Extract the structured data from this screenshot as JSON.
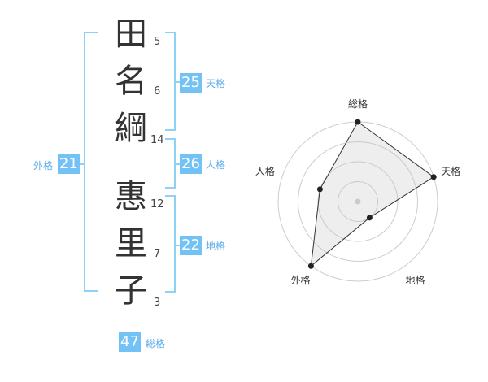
{
  "name": {
    "surname": [
      {
        "char": "田",
        "strokes": "5"
      },
      {
        "char": "名",
        "strokes": "6"
      },
      {
        "char": "綱",
        "strokes": "14"
      }
    ],
    "given": [
      {
        "char": "惠",
        "strokes": "12"
      },
      {
        "char": "里",
        "strokes": "7"
      },
      {
        "char": "子",
        "strokes": "3"
      }
    ]
  },
  "kakusu": {
    "tenkaku": {
      "value": "25",
      "label": "天格"
    },
    "jinkaku": {
      "value": "26",
      "label": "人格"
    },
    "chikaku": {
      "value": "22",
      "label": "地格"
    },
    "gaikaku": {
      "value": "21",
      "label": "外格"
    },
    "soukaku": {
      "value": "47",
      "label": "総格"
    }
  },
  "colors": {
    "accent": "#72c2f6",
    "bracket": "#8fd0f7"
  },
  "chart_data": {
    "type": "radar",
    "axes": [
      "総格",
      "天格",
      "地格",
      "外格",
      "人格"
    ],
    "values": [
      4,
      4,
      1,
      4,
      2
    ],
    "max": 4,
    "rings": 4
  }
}
